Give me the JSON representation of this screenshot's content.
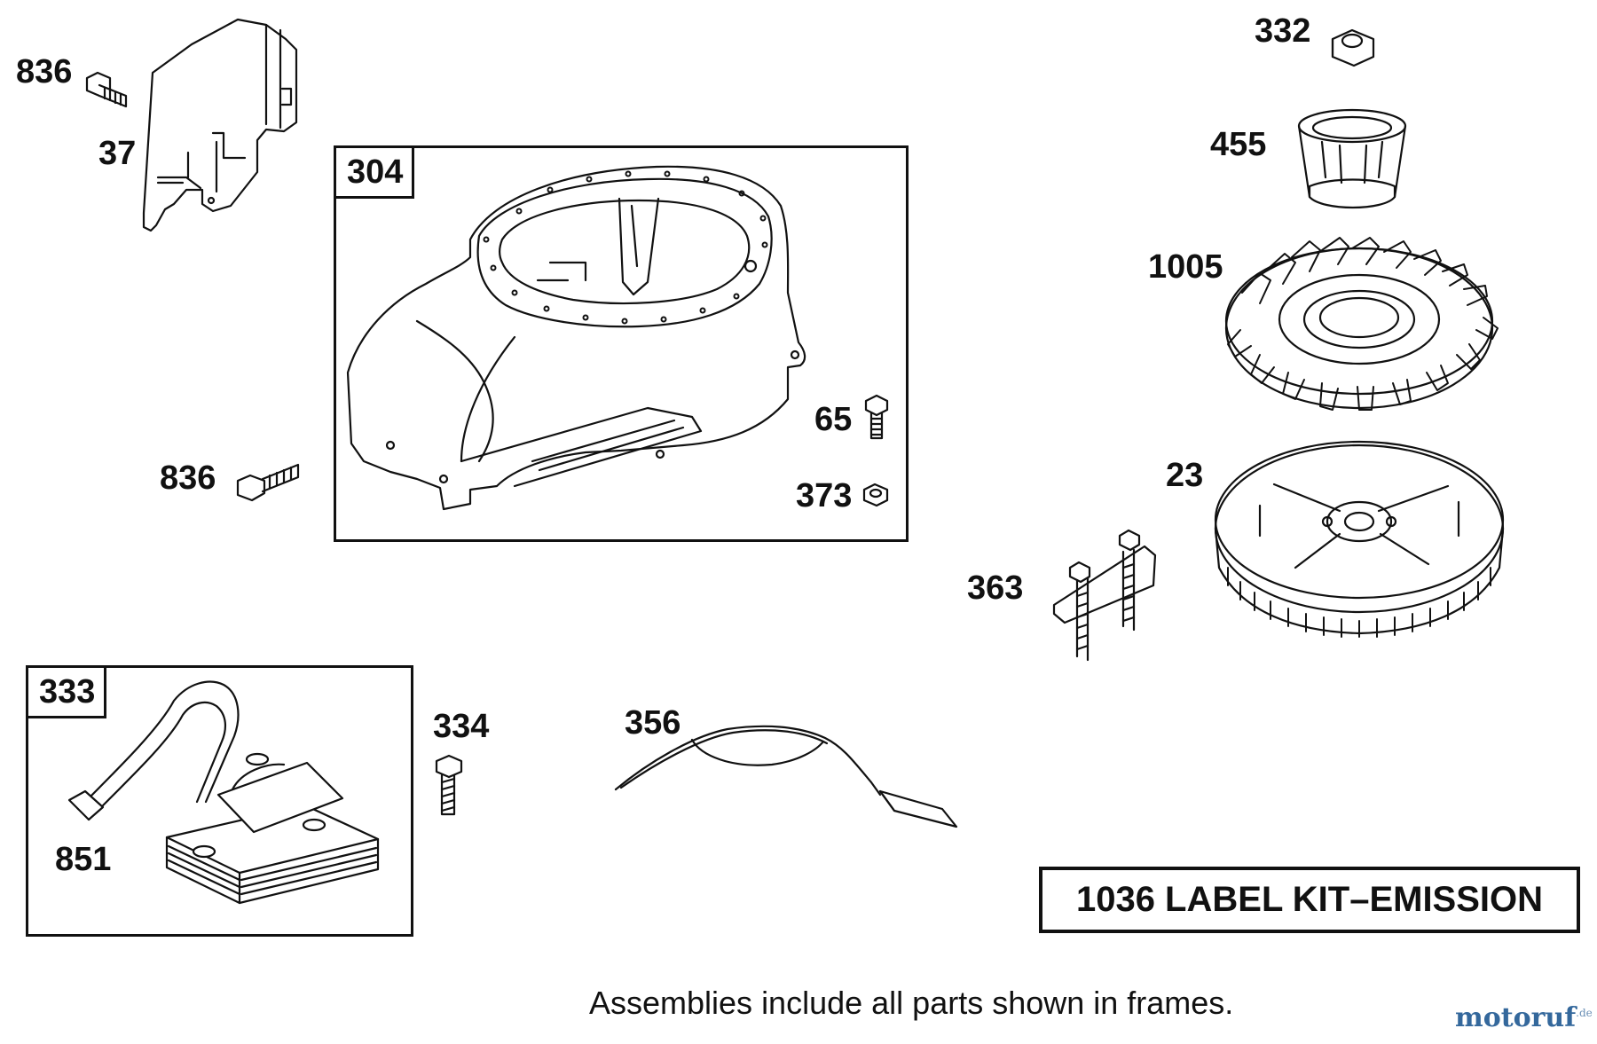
{
  "labels": {
    "p836a": "836",
    "p37": "37",
    "p332": "332",
    "p455": "455",
    "p1005": "1005",
    "p65": "65",
    "p373": "373",
    "p836b": "836",
    "p23": "23",
    "p363": "363",
    "p334": "334",
    "p356": "356",
    "p851": "851"
  },
  "frames": {
    "f304": "304",
    "f333": "333"
  },
  "kit_label": "1036 LABEL KIT–EMISSION",
  "footnote": "Assemblies include all parts shown in frames.",
  "watermark": {
    "name": "motoruf",
    "suffix": ".de"
  },
  "colors": {
    "line": "#111111",
    "watermark": "#34689c"
  }
}
